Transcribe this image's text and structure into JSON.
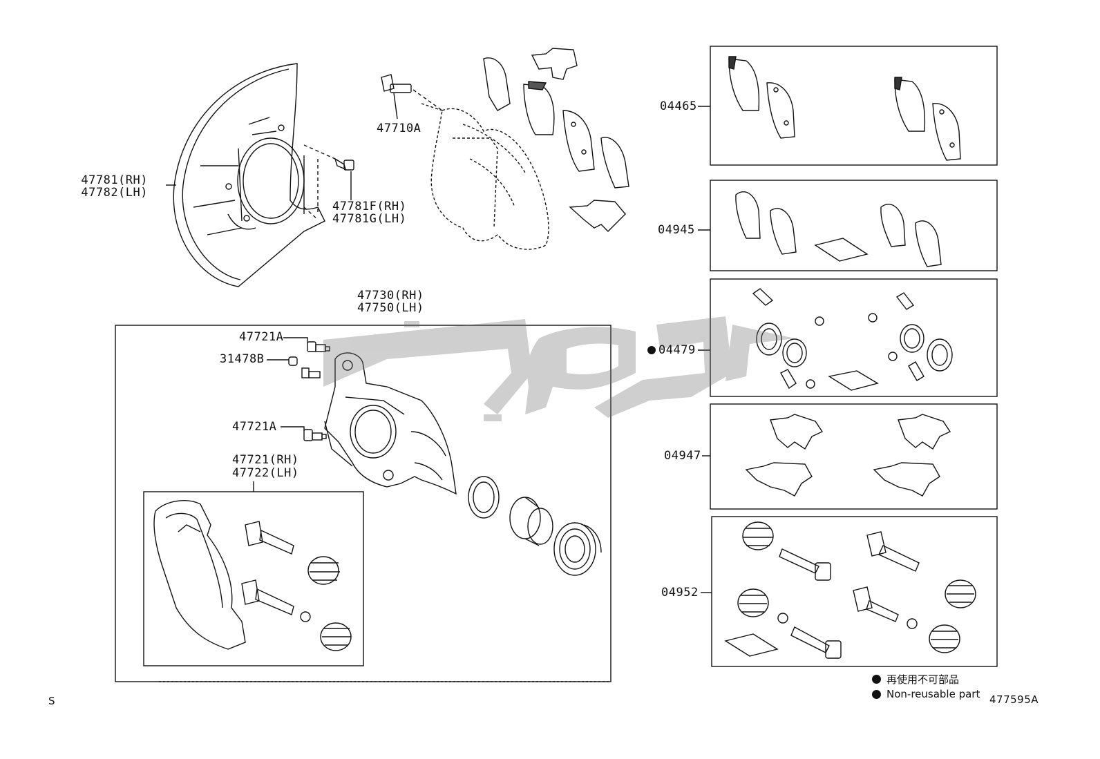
{
  "parts": {
    "shield_rh": "47781(RH)",
    "shield_lh": "47782(LH)",
    "shield_bolt_rh": "47781F(RH)",
    "shield_bolt_lh": "47781G(LH)",
    "caliper_bolt": "47710A",
    "caliper_assy_rh": "47730(RH)",
    "caliper_assy_lh": "47750(LH)",
    "bleeder_upper": "47721A",
    "bleeder_cap": "31478B",
    "bleeder_lower": "47721A",
    "mounting_rh": "47721(RH)",
    "mounting_lh": "47722(LH)"
  },
  "kits": [
    {
      "code": "04465",
      "nonreusable": false
    },
    {
      "code": "04945",
      "nonreusable": false
    },
    {
      "code": "04479",
      "nonreusable": true
    },
    {
      "code": "04947",
      "nonreusable": false
    },
    {
      "code": "04952",
      "nonreusable": false
    }
  ],
  "legend": {
    "japanese": "再使用不可部品",
    "english": "Non-reusable part"
  },
  "footer": {
    "corner_mark": "S",
    "figure_id": "477595A"
  },
  "watermark_text": "كوكار"
}
